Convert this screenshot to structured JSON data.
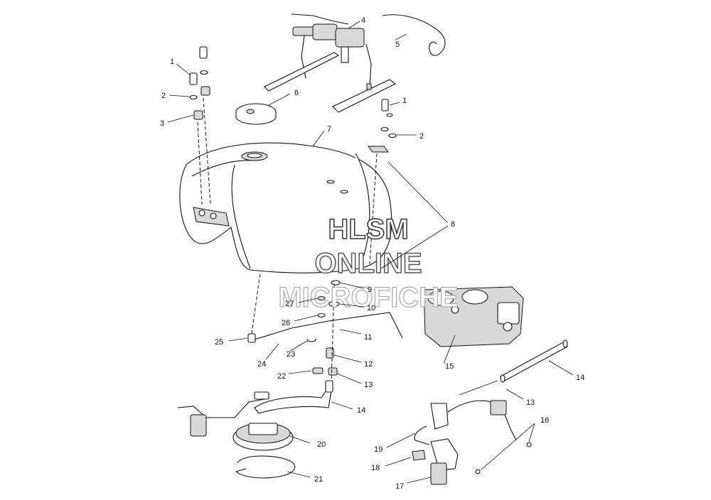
{
  "watermark": {
    "line1": "HLSM",
    "line2": "ONLINE",
    "line3": "MICROFICHE"
  },
  "callouts": {
    "c1a": "1",
    "c1b": "1",
    "c2a": "2",
    "c2b": "2",
    "c3": "3",
    "c4": "4",
    "c5": "5",
    "c6": "6",
    "c7": "7",
    "c8": "8",
    "c9": "9",
    "c10": "10",
    "c11": "11",
    "c12": "12",
    "c13a": "13",
    "c13b": "13",
    "c14a": "14",
    "c14b": "14",
    "c15": "15",
    "c16": "16",
    "c17": "17",
    "c18": "18",
    "c19": "19",
    "c20": "20",
    "c21": "21",
    "c22": "22",
    "c23": "23",
    "c24": "24",
    "c25": "25",
    "c26": "26",
    "c27": "27"
  }
}
